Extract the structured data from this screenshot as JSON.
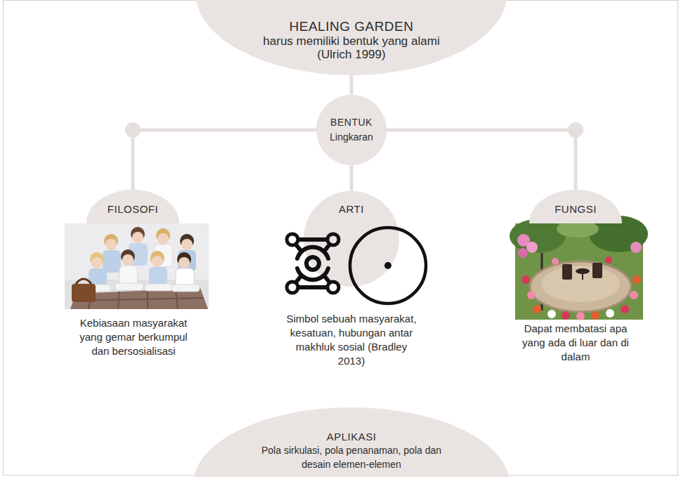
{
  "diagram": {
    "nodes": [
      {
        "text": [
          "HEALING GARDEN",
          "harus memiliki bentuk yang alami (Ulrich 1999)"
        ]
      },
      {
        "text": [
          "BENTUK",
          "Lingkaran"
        ]
      },
      {
        "text": [
          "FILOSOFI"
        ]
      },
      {
        "text": [
          "ARTI"
        ]
      },
      {
        "text": [
          "FUNGSI"
        ]
      },
      {
        "text": [
          "APLIKASI",
          "Pola sirkulasi, pola penanaman, pola dan desain elemen-elemen"
        ]
      }
    ],
    "edges": [
      {
        "from": 0,
        "to": 1,
        "arrow": "none"
      },
      {
        "from": 1,
        "to": 2,
        "arrow": "none"
      },
      {
        "from": 1,
        "to": 3,
        "arrow": "none"
      },
      {
        "from": 1,
        "to": 4,
        "arrow": "none"
      }
    ],
    "labels": [
      "Kebiasaan masyarakat yang gemar berkumpul dan bersosialisasi",
      "Simbol sebuah masyarakat, kesatuan, hubungan antar makhluk sosial (Bradley 2013)",
      "Dapat membatasi apa yang ada di luar dan di dalam"
    ]
  }
}
